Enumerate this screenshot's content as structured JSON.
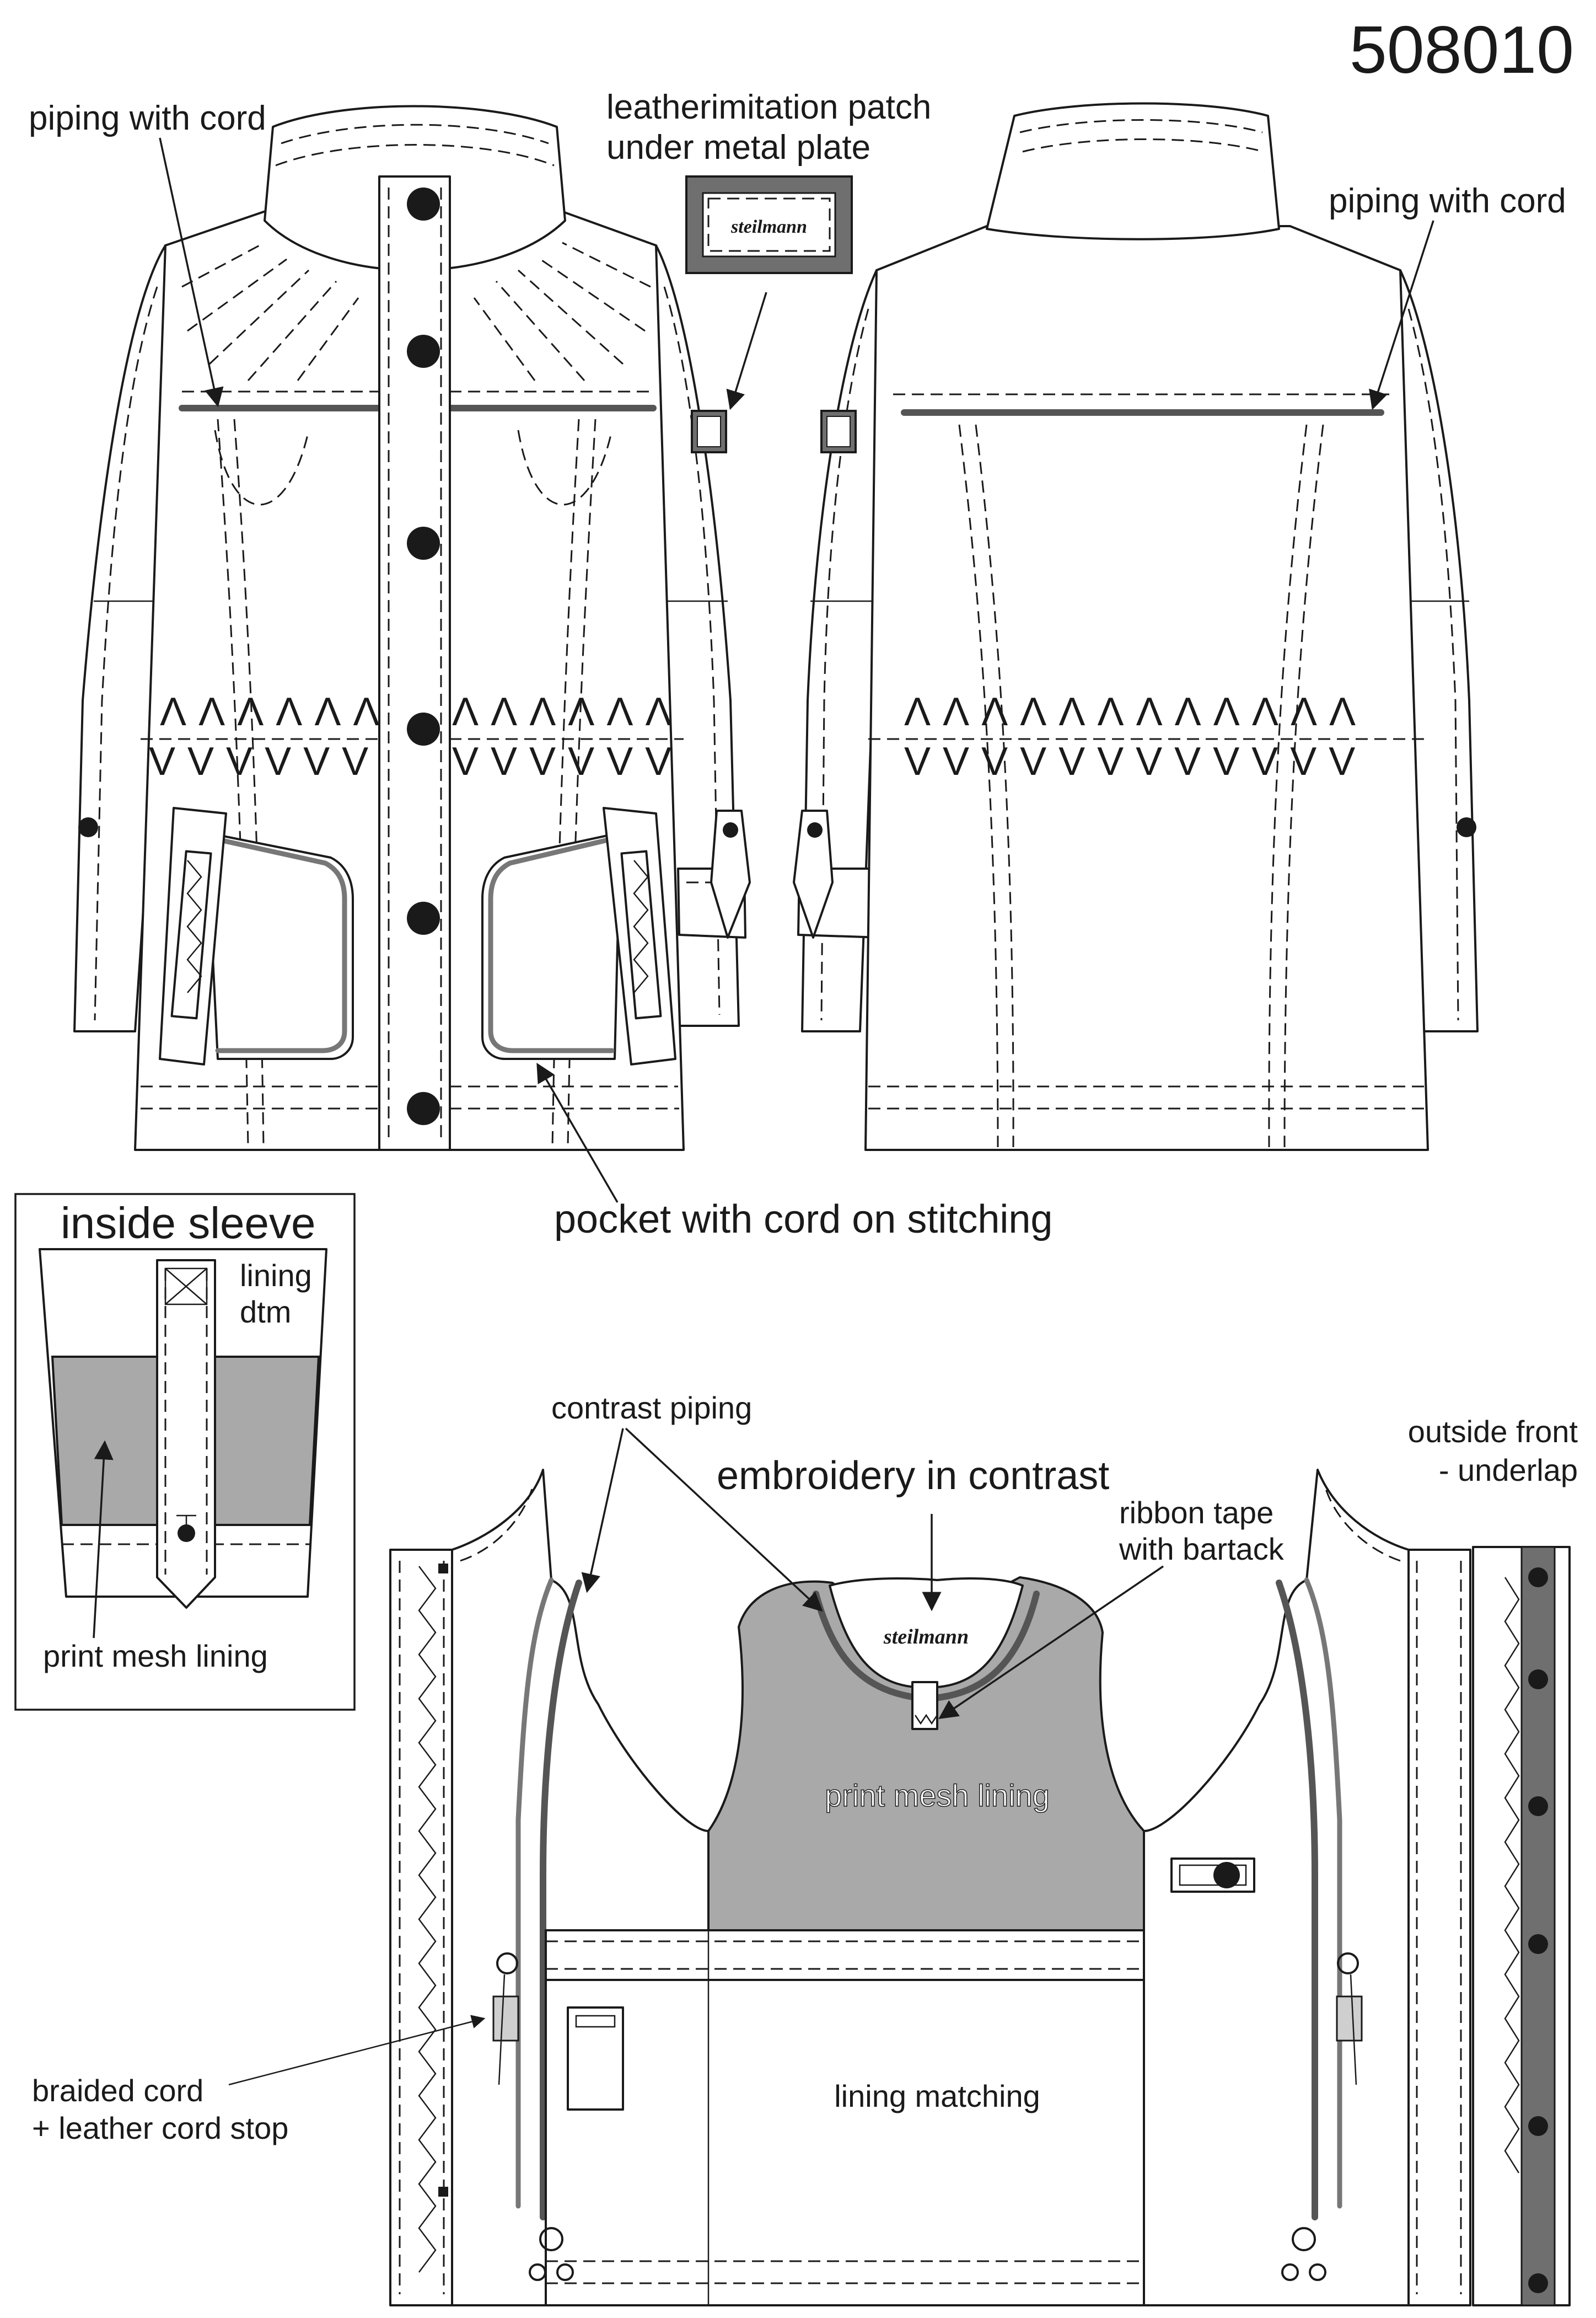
{
  "style_number": "508010",
  "callouts": {
    "piping_front": "piping with cord",
    "patch_line1": "leatherimitation patch",
    "patch_line2": "under metal plate",
    "piping_back": "piping with cord",
    "pocket": "pocket with cord on stitching",
    "inside_sleeve_title": "inside sleeve",
    "lining_dtm_line1": "lining",
    "lining_dtm_line2": "dtm",
    "sleeve_mesh": "print mesh lining",
    "contrast_piping": "contrast piping",
    "embroidery": "embroidery in contrast",
    "ribbon_line1": "ribbon tape",
    "ribbon_line2": "with bartack",
    "outside_front_line1": "outside front",
    "outside_front_line2": "- underlap",
    "inside_mesh": "print mesh lining",
    "lining_matching": "lining matching",
    "braided_line1": "braided cord",
    "braided_line2": "+ leather cord stop"
  },
  "brand": {
    "patch_text": "steilmann",
    "neck_embroidery": "steilmann"
  },
  "colors": {
    "ink": "#1a1a1a",
    "mesh_grey": "#a9a9a9",
    "piping_grey": "#555555",
    "cord_grey": "#777777",
    "patch_grey": "#6f6f6f",
    "paper": "#ffffff"
  }
}
